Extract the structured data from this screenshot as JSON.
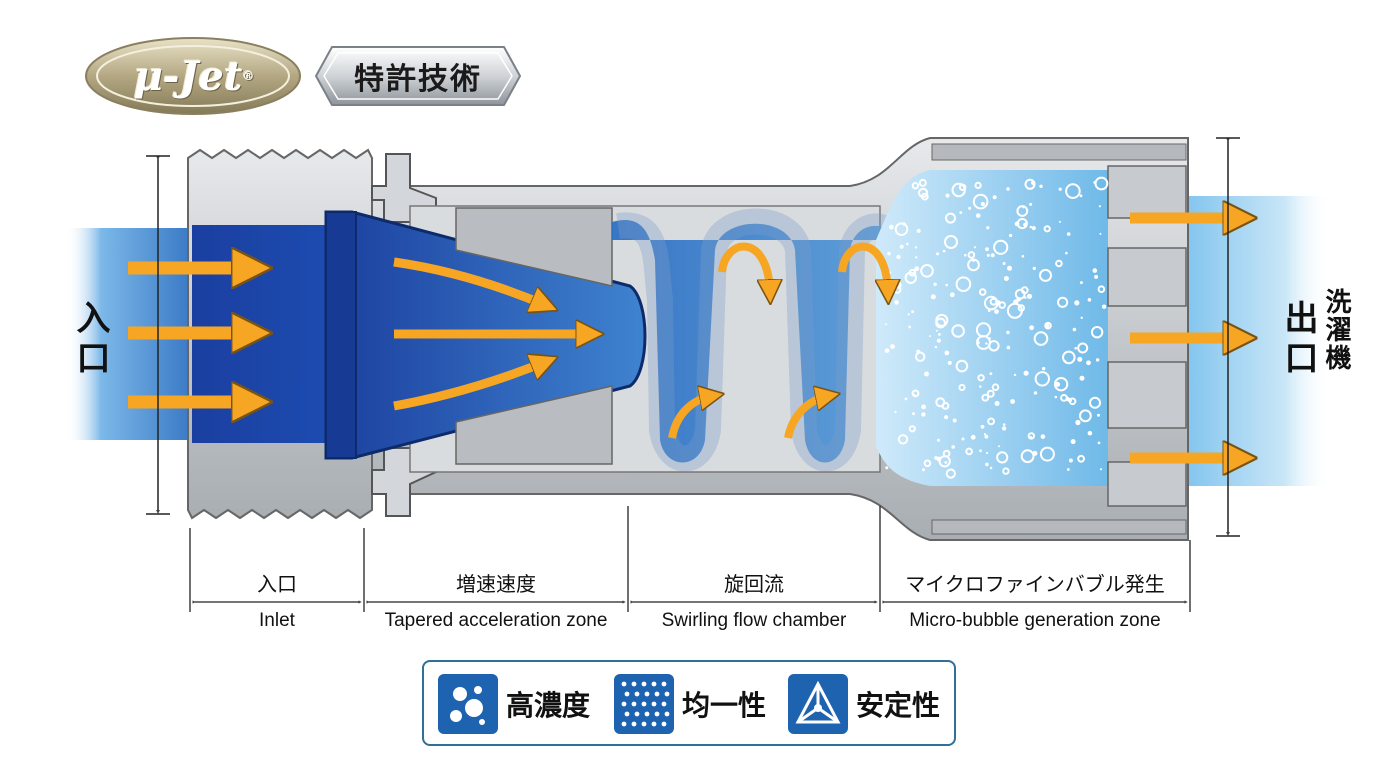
{
  "branding": {
    "logo_text": "μ-Jet",
    "logo_mark": "®",
    "patent_label": "特許技術"
  },
  "side_labels": {
    "inlet": "入口",
    "outlet": "出口",
    "washer": "洗濯機"
  },
  "zones": [
    {
      "jp": "入口",
      "en": "Inlet"
    },
    {
      "jp": "増速速度",
      "en": "Tapered acceleration zone"
    },
    {
      "jp": "旋回流",
      "en": "Swirling flow chamber"
    },
    {
      "jp": "マイクロファインバブル発生",
      "en": "Micro-bubble generation zone"
    }
  ],
  "features": [
    {
      "label": "高濃度",
      "icon": "bubble-cluster-icon"
    },
    {
      "label": "均一性",
      "icon": "dot-grid-icon"
    },
    {
      "label": "安定性",
      "icon": "triangle-network-icon"
    }
  ],
  "colors": {
    "water_dark": "#1a3fa0",
    "water_light": "#9fd3f2",
    "arrow": "#f6a623",
    "metal": "#c9ccd0",
    "legend_border": "#2f6f9a"
  }
}
